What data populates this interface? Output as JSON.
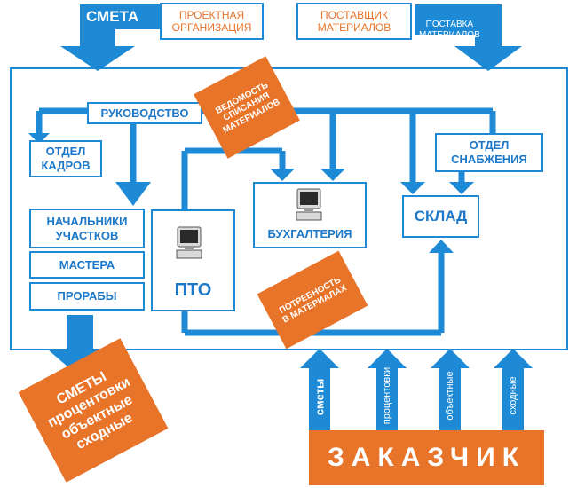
{
  "top": {
    "smeta": "СМЕТА",
    "project_org": "ПРОЕКТНАЯ\nОРГАНИЗАЦИЯ",
    "supplier": "ПОСТАВЩИК\nМАТЕРИАЛОВ",
    "supply": "ПОСТАВКА\nМАТЕРИАЛОВ"
  },
  "nodes": {
    "management": "РУКОВОДСТВО",
    "hr": "ОТДЕЛ\nКАДРОВ",
    "section_heads": "НАЧАЛЬНИКИ\nУЧАСТКОВ",
    "masters": "МАСТЕРА",
    "foremen": "ПРОРАБЫ",
    "pto": "ПТО",
    "accounting": "БУХГАЛТЕРИЯ",
    "supply_dept": "ОТДЕЛ\nСНАБЖЕНИЯ",
    "warehouse": "СКЛАД"
  },
  "notes": {
    "writeoff": "ВЕДОМОСТЬ\nСПИСАНИЯ\nМАТЕРИАЛОВ",
    "need": "ПОТРЕБНОСТЬ\nВ МАТЕРИАЛАХ",
    "estimates": "СМЕТЫ\nпроцентовки\nобъектные\nсходные"
  },
  "customer": {
    "title": "ЗАКАЗЧИК",
    "arrows": [
      "сметы",
      "процентовки",
      "объектные",
      "сходные"
    ]
  },
  "colors": {
    "blue": "#1e8ad6",
    "orange": "#e8742a"
  }
}
